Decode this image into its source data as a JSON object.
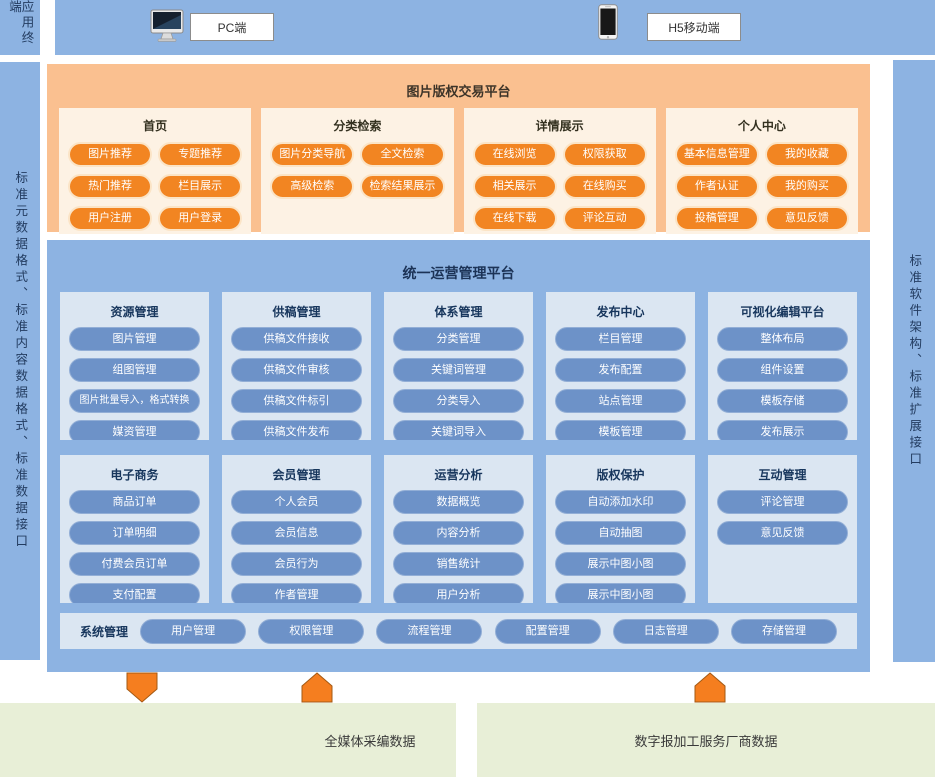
{
  "terminals": {
    "side_label": "应用终端",
    "pc_label": "PC端",
    "mobile_label": "H5移动端"
  },
  "standards": {
    "left": "标准元数据格式、标准内容数据格式、标准数据接口",
    "right": "标准软件架构、标准扩展接口"
  },
  "trade_platform": {
    "title": "图片版权交易平台",
    "columns": [
      {
        "title": "首页",
        "items": [
          "图片推荐",
          "专题推荐",
          "热门推荐",
          "栏目展示",
          "用户注册",
          "用户登录"
        ]
      },
      {
        "title": "分类检索",
        "items": [
          "图片分类导航",
          "全文检索",
          "高级检索",
          "检索结果展示"
        ]
      },
      {
        "title": "详情展示",
        "items": [
          "在线浏览",
          "权限获取",
          "相关展示",
          "在线购买",
          "在线下载",
          "评论互动"
        ]
      },
      {
        "title": "个人中心",
        "items": [
          "基本信息管理",
          "我的收藏",
          "作者认证",
          "我的购买",
          "投稿管理",
          "意见反馈"
        ]
      }
    ]
  },
  "ops_platform": {
    "title": "统一运营管理平台",
    "row1": [
      {
        "title": "资源管理",
        "items": [
          "图片管理",
          "组图管理",
          "图片批量导入，格式转换",
          "媒资管理"
        ]
      },
      {
        "title": "供稿管理",
        "items": [
          "供稿文件接收",
          "供稿文件审核",
          "供稿文件标引",
          "供稿文件发布"
        ]
      },
      {
        "title": "体系管理",
        "items": [
          "分类管理",
          "关键词管理",
          "分类导入",
          "关键词导入"
        ]
      },
      {
        "title": "发布中心",
        "items": [
          "栏目管理",
          "发布配置",
          "站点管理",
          "模板管理"
        ]
      },
      {
        "title": "可视化编辑平台",
        "items": [
          "整体布局",
          "组件设置",
          "模板存储",
          "发布展示"
        ]
      }
    ],
    "row2": [
      {
        "title": "电子商务",
        "items": [
          "商品订单",
          "订单明细",
          "付费会员订单",
          "支付配置"
        ]
      },
      {
        "title": "会员管理",
        "items": [
          "个人会员",
          "会员信息",
          "会员行为",
          "作者管理"
        ]
      },
      {
        "title": "运营分析",
        "items": [
          "数据概览",
          "内容分析",
          "销售统计",
          "用户分析"
        ]
      },
      {
        "title": "版权保护",
        "items": [
          "自动添加水印",
          "自动抽图",
          "展示中图小图",
          "展示中图小图"
        ]
      },
      {
        "title": "互动管理",
        "items": [
          "评论管理",
          "意见反馈"
        ]
      }
    ],
    "system_row": {
      "title": "系统管理",
      "items": [
        "用户管理",
        "权限管理",
        "流程管理",
        "配置管理",
        "日志管理",
        "存储管理"
      ]
    }
  },
  "arrows": [
    {
      "direction": "down"
    },
    {
      "direction": "up"
    },
    {
      "direction": "up"
    }
  ],
  "data_sources": [
    "全媒体采编数据",
    "数字报加工服务厂商数据"
  ],
  "colors": {
    "bar_blue": "#8db3e2",
    "column_blue": "#dbe6f2",
    "pill_blue": "#6d92c8",
    "platform_orange": "#fac090",
    "column_cream": "#fdf2e4",
    "pill_orange": "#f28522",
    "source_green": "#e8efd7",
    "arrow_orange": "#f57e1f"
  }
}
